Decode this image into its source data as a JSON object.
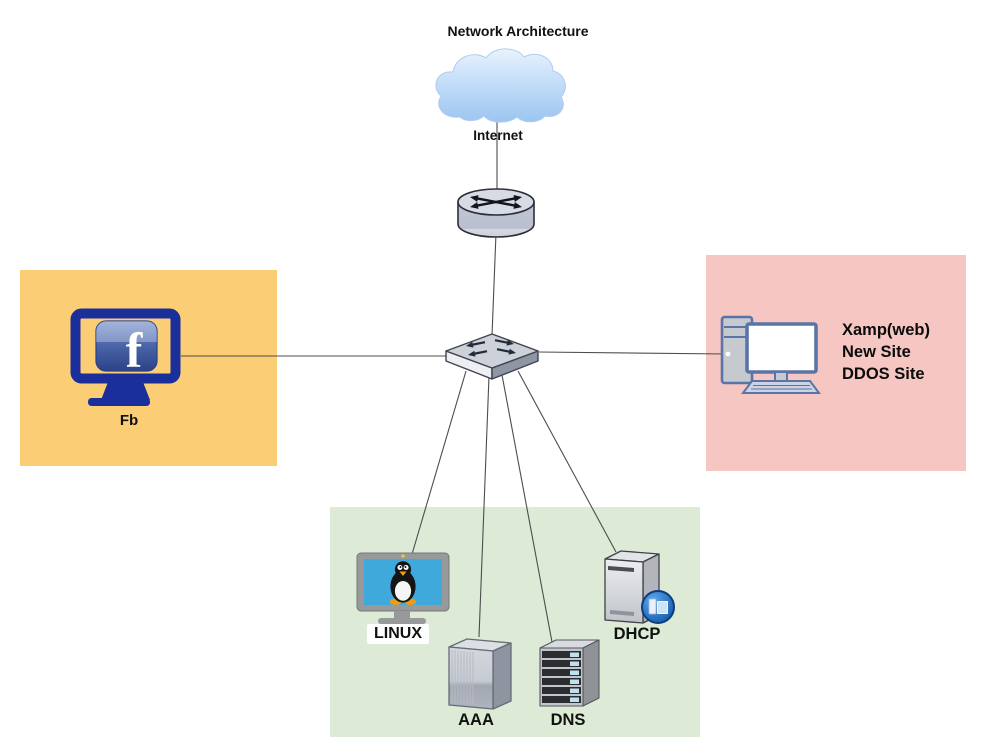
{
  "title": "Network Architecture",
  "nodes": {
    "internet": {
      "label": "Internet",
      "type": "cloud"
    },
    "router": {
      "type": "router"
    },
    "switch": {
      "type": "switch"
    },
    "fb": {
      "label": "Fb",
      "logo_letter": "f"
    },
    "xamp": {
      "label_lines": [
        "Xamp(web)",
        "New Site",
        "DDOS Site"
      ]
    },
    "linux": {
      "label": "LINUX"
    },
    "aaa": {
      "label": "AAA"
    },
    "dns": {
      "label": "DNS"
    },
    "dhcp": {
      "label": "DHCP"
    }
  },
  "zones": {
    "fb": {
      "color": "#fbcd74"
    },
    "web": {
      "color": "#f5c6c2"
    },
    "servers": {
      "color": "#dcead6"
    }
  },
  "colors": {
    "connection_line": "#4d4d4d",
    "cloud_blue": "#a9cdf2",
    "facebook_navy": "#1b2f9b",
    "facebook_blue": "#3a5699",
    "linux_screen_blue": "#3fa9dc",
    "dhcp_badge_blue": "#1565c0",
    "device_gray": "#c9cdd9",
    "label_text": "#111111"
  }
}
